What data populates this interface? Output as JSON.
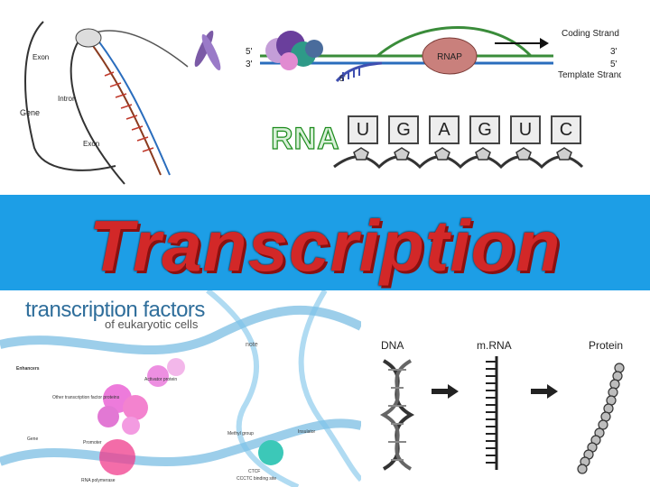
{
  "title": "Transcription",
  "rna_label": "RNA",
  "rna_bases": [
    "U",
    "G",
    "A",
    "G",
    "U",
    "C"
  ],
  "gene_diagram": {
    "labels": [
      "Exon",
      "Intron",
      "Gene",
      "Exon"
    ]
  },
  "rnap_diagram": {
    "enzyme_label": "RNAP",
    "strand_left_top": "5'",
    "strand_left_bottom": "3'",
    "strand_right_top": "3'",
    "strand_right_bottom": "5'",
    "rna_end": "5'",
    "coding_strand": "Coding Strand",
    "template_strand": "Template Strand"
  },
  "tf_panel": {
    "title": "transcription factors",
    "subtitle": "of eukaryotic cells",
    "labels": {
      "enhancers": "Enhancers",
      "activator": "Activator protein",
      "other_tf": "Other transcription factor proteins",
      "promoter": "Promoter",
      "gene": "Gene",
      "rna_poly": "RNA polymerase",
      "insulator": "Insulator",
      "methyl": "Methyl group",
      "ctcf": "CTCF",
      "ctcf_site": "CCCTC binding site",
      "note_title": "note"
    }
  },
  "flow": {
    "dna": "DNA",
    "mrna": "m.RNA",
    "protein": "Protein"
  },
  "colors": {
    "title": "#d22828",
    "band": "#1d9ee6",
    "rna_label": "#1a8a1a"
  }
}
